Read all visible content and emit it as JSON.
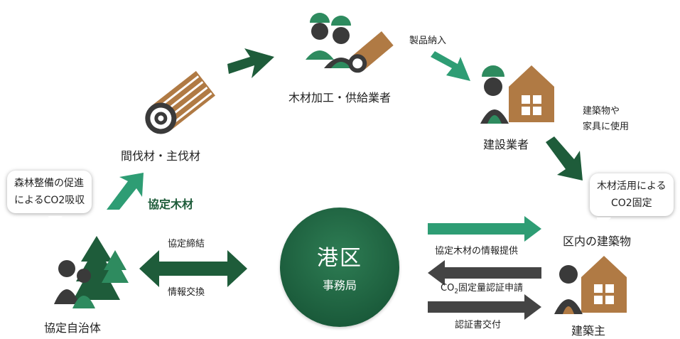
{
  "nodes": {
    "lumber": "間伐材・主伐材",
    "processor": "木材加工・供給業者",
    "builder": "建設業者",
    "municipality": "協定自治体",
    "owner": "建築主",
    "office_title": "港区",
    "office_sub": "事務局"
  },
  "edges": {
    "delivery": "製品納入",
    "use_line1": "建築物や",
    "use_line2": "家具に使用",
    "agreement_wood": "協定木材",
    "agreement": "協定締結",
    "info_exchange": "情報交換",
    "wood_info": "協定木材の情報提供",
    "co2_apply_prefix": "CO",
    "co2_apply_sub": "2",
    "co2_apply_suffix": "固定量認証申請",
    "cert": "認証書交付"
  },
  "bubbles": {
    "forest_line1": "森林整備の促進",
    "forest_line2": "によるCO2吸収",
    "fix_line1": "木材活用による",
    "fix_line2": "CO2固定"
  },
  "district_buildings": "区内の建築物",
  "colors": {
    "dark_green": "#1e5c3a",
    "mid_green": "#2e8b5f",
    "teal": "#2e9d74",
    "gray": "#444444",
    "brown": "#b07a44"
  }
}
